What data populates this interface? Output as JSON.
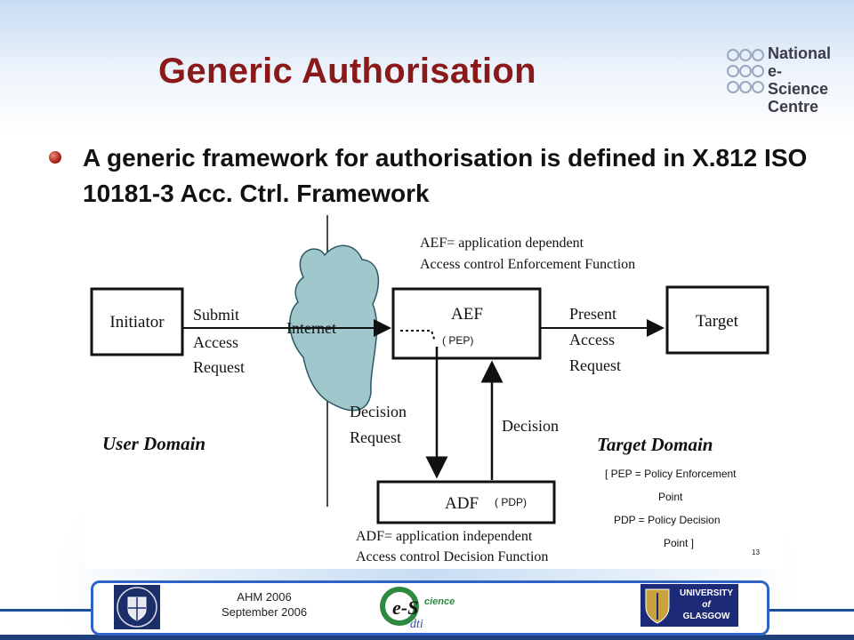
{
  "slide": {
    "title": "Generic Authorisation",
    "bullet": "A generic framework for authorisation is defined in X.812 ISO 10181-3 Acc. Ctrl. Framework"
  },
  "logo": {
    "line1": "National",
    "line2": "e-Science",
    "line3": "Centre"
  },
  "diagram": {
    "initiator": "Initiator",
    "submit": [
      "Submit",
      "Access",
      "Request"
    ],
    "internet": "Internet",
    "aef": "AEF",
    "pep_tag": "( PEP)",
    "aef_note": [
      "AEF= application dependent",
      "Access control Enforcement Function"
    ],
    "present": [
      "Present",
      "Access",
      "Request"
    ],
    "target": "Target",
    "decision_request": [
      "Decision",
      "Request"
    ],
    "decision": "Decision",
    "user_domain": "User Domain",
    "target_domain": "Target Domain",
    "adf": "ADF",
    "pdp_tag": "( PDP)",
    "adf_note": [
      "ADF= application independent",
      "Access control Decision Function"
    ],
    "legend": [
      "[ PEP = Policy Enforcement",
      "Point",
      "PDP =  Policy Decision",
      "Point  ]"
    ],
    "page_num": "13"
  },
  "footer": {
    "event": "AHM 2006",
    "date": "September 2006",
    "escience_label": "e-Science",
    "dti": "dti",
    "glasgow": [
      "UNIVERSITY",
      "of",
      "GLASGOW"
    ]
  }
}
